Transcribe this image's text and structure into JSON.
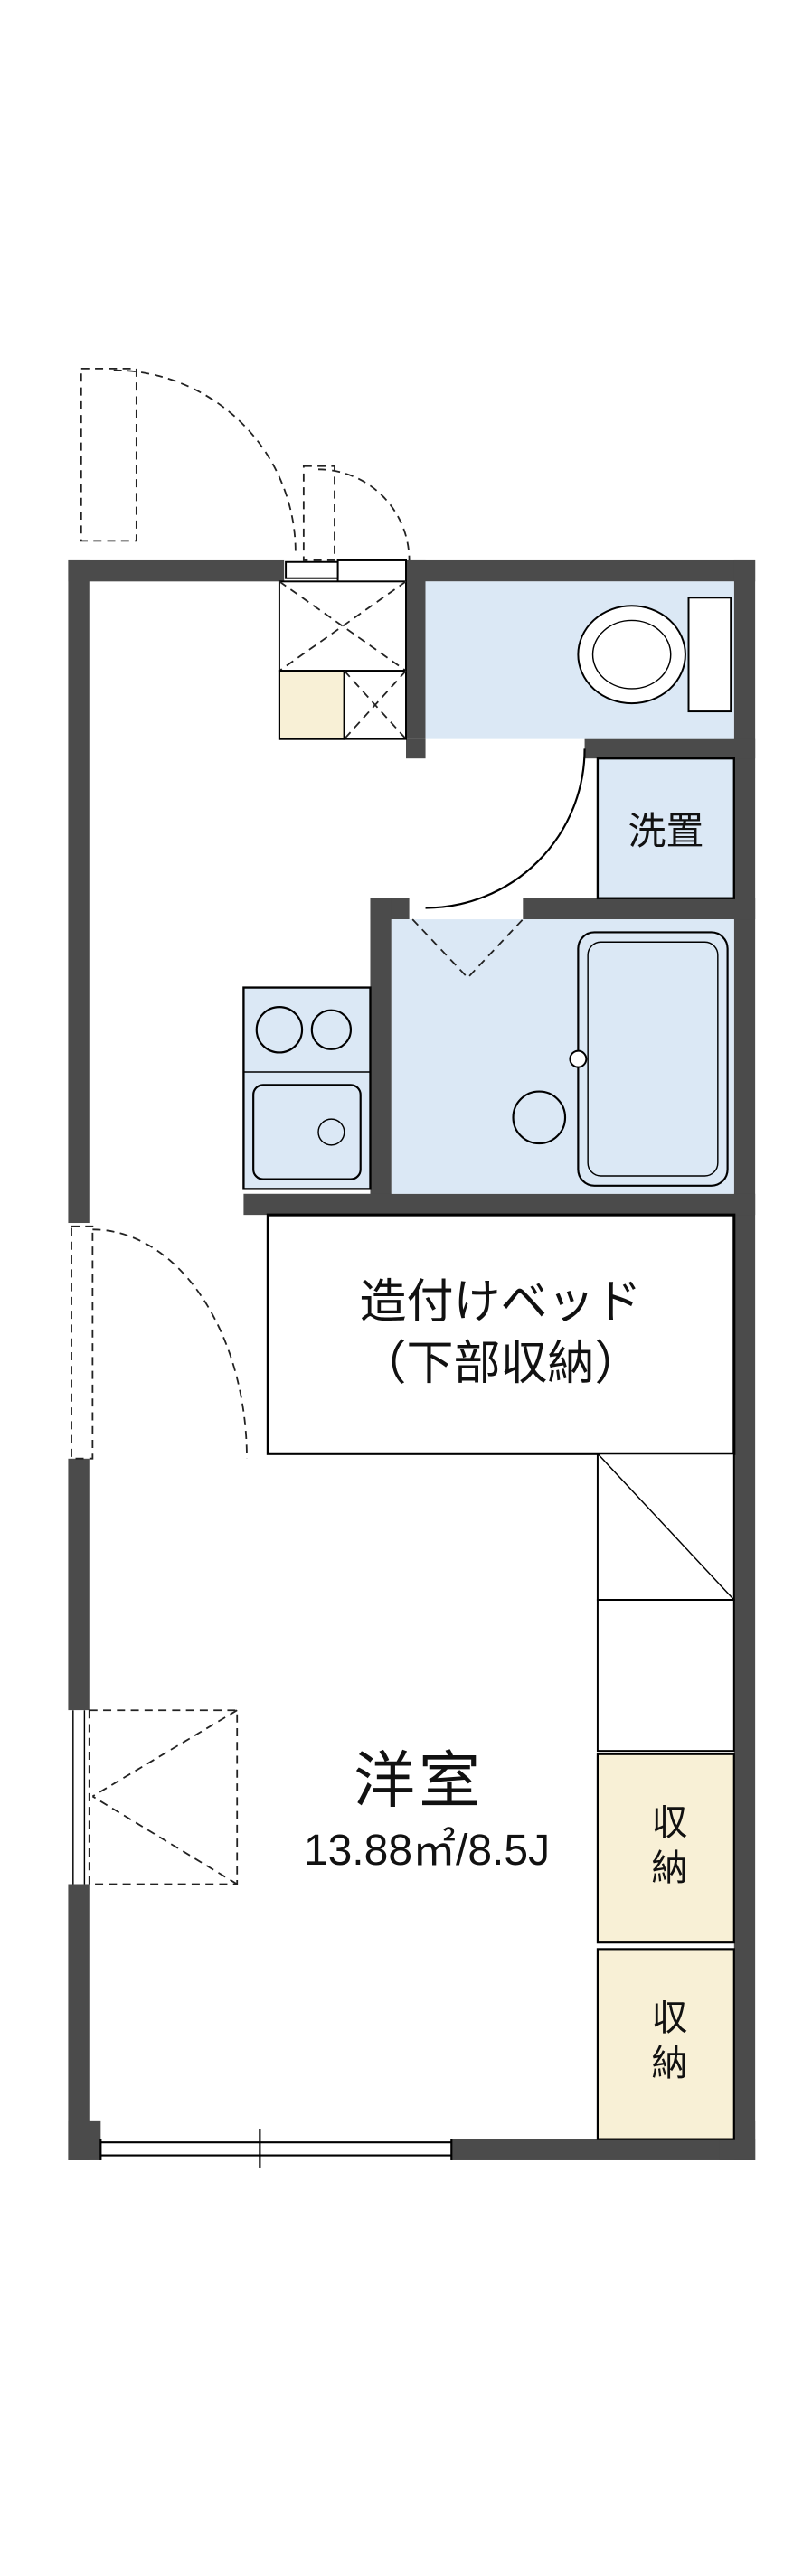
{
  "floorplan": {
    "rooms": {
      "laundry_label": "洗置",
      "bed_label_line1": "造付けベッド",
      "bed_label_line2": "（下部収納）",
      "main_room_name": "洋室",
      "main_room_area": "13.88㎡/8.5J",
      "storage_upper_label": "収納",
      "storage_lower_label": "収納"
    },
    "colors": {
      "wall": "#4b4b4b",
      "water_area": "#dbe8f5",
      "entry_tile": "#f8f0d6",
      "background": "#ffffff"
    }
  }
}
